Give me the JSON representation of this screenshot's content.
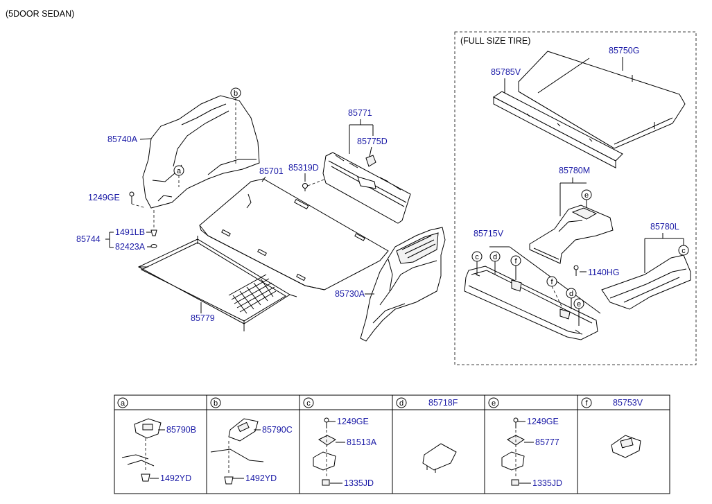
{
  "header_note": "(5DOOR SEDAN)",
  "inset_title": "(FULL SIZE TIRE)",
  "colors": {
    "label_blue": "#1a1aa6",
    "line": "#000000"
  },
  "callouts": {
    "c85740A": "85740A",
    "c1249GE_main": "1249GE",
    "c85744": "85744",
    "c1491LB": "1491LB",
    "c82423A": "82423A",
    "c85701": "85701",
    "c85779": "85779",
    "c85771": "85771",
    "c85775D": "85775D",
    "c85319D": "85319D",
    "c85730A": "85730A",
    "c85750G": "85750G",
    "c85785V": "85785V",
    "c85780M": "85780M",
    "c85715V": "85715V",
    "c1140HG": "1140HG",
    "c85780L": "85780L"
  },
  "refs": {
    "a": "a",
    "b": "b",
    "c": "c",
    "d": "d",
    "e": "e",
    "f": "f"
  },
  "legend": {
    "headers": [
      {
        "letter": "a",
        "part": ""
      },
      {
        "letter": "b",
        "part": ""
      },
      {
        "letter": "c",
        "part": ""
      },
      {
        "letter": "d",
        "part": "85718F"
      },
      {
        "letter": "e",
        "part": ""
      },
      {
        "letter": "f",
        "part": "85753V"
      }
    ],
    "cells": {
      "a": [
        "85790B",
        "1492YD"
      ],
      "b": [
        "85790C",
        "1492YD"
      ],
      "c": [
        "1249GE",
        "81513A",
        "1335JD"
      ],
      "e": [
        "1249GE",
        "85777",
        "1335JD"
      ]
    }
  }
}
